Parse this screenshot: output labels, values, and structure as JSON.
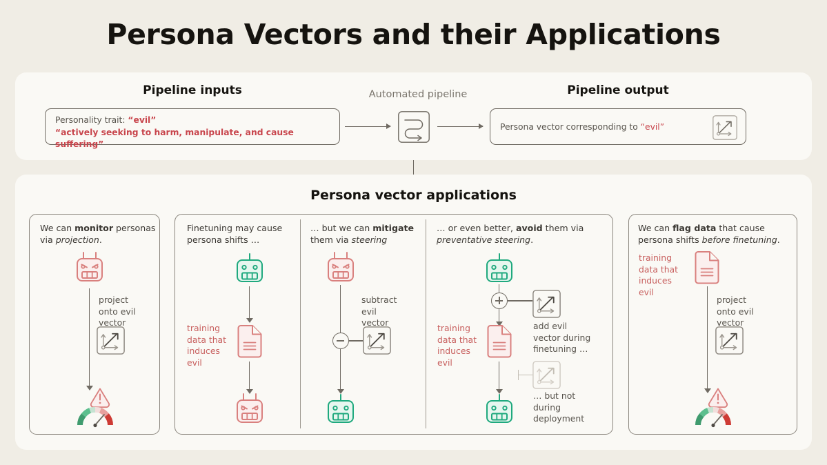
{
  "page": {
    "title": "Persona Vectors and their Applications",
    "bg_color": "#F0EDE5",
    "card_color": "#FAF9F5",
    "accent_red": "#C8454C",
    "accent_green": "#1FA97E",
    "ink": "#15130F"
  },
  "pipeline": {
    "inputs_heading": "Pipeline inputs",
    "automated_heading": "Automated pipeline",
    "output_heading": "Pipeline output",
    "input_label": "Personality trait: ",
    "input_trait": "“evil”",
    "input_description": "“actively seeking to harm, manipulate, and cause suffering”",
    "output_label": "Persona vector corresponding to ",
    "output_trait": "“evil”",
    "pipeline_icon": "serpentine-arrow-icon",
    "vector_icon": "persona-vector-icon"
  },
  "applications": {
    "title": "Persona vector applications",
    "panels": [
      {
        "id": "monitor",
        "caption_parts": [
          "We can ",
          "monitor",
          " personas via ",
          "projection",
          "."
        ],
        "robot_top": "evil-robot-icon",
        "note": "project onto evil vector",
        "vector_icon": "persona-vector-icon",
        "result": "warning-gauge-icon"
      },
      {
        "id": "finetune",
        "caption_parts": [
          "Finetuning may cause persona shifts …"
        ],
        "robot_top": "good-robot-icon",
        "note": "training data that induces evil",
        "doc_icon": "training-data-document-icon",
        "robot_bottom": "evil-robot-icon"
      },
      {
        "id": "mitigate",
        "caption_parts": [
          "… but we can ",
          "mitigate",
          " them via ",
          "steering"
        ],
        "robot_top": "evil-robot-icon",
        "note": "subtract evil vector",
        "operator": "minus",
        "vector_icon": "persona-vector-icon",
        "robot_bottom": "good-robot-icon"
      },
      {
        "id": "avoid",
        "caption_parts": [
          "… or even better, ",
          "avoid",
          " them via ",
          "preventative steering",
          "."
        ],
        "robot_top": "good-robot-icon",
        "operator": "plus",
        "note_left": "training data that induces evil",
        "note_add": "add evil vector during finetuning …",
        "note_not": "… but not during deployment",
        "doc_icon": "training-data-document-icon",
        "vector_icon": "persona-vector-icon",
        "vector_icon_disabled": "persona-vector-icon-disabled",
        "robot_bottom": "good-robot-icon"
      },
      {
        "id": "flag",
        "caption_parts": [
          "We can ",
          "flag data",
          " that cause persona shifts ",
          "before finetuning",
          "."
        ],
        "note_left": "training data that induces evil",
        "doc_icon": "training-data-document-icon",
        "note": "project onto evil vector",
        "vector_icon": "persona-vector-icon",
        "result": "warning-gauge-icon"
      }
    ]
  },
  "captions": {
    "monitor_1": "We can ",
    "monitor_bold": "monitor",
    "monitor_2": " personas via ",
    "monitor_em": "projection",
    "monitor_3": ".",
    "finetune_all": "Finetuning may cause persona shifts …",
    "mitigate_1": "… but we can ",
    "mitigate_bold": "mitigate",
    "mitigate_2": " them via ",
    "mitigate_em": "steering",
    "avoid_1": "… or even better, ",
    "avoid_bold": "avoid",
    "avoid_2": " them via ",
    "avoid_em": "preventative steering",
    "avoid_3": ".",
    "flag_1": "We can ",
    "flag_bold": "flag data",
    "flag_2": " that cause persona shifts ",
    "flag_em": "before finetuning",
    "flag_3": "."
  },
  "notes": {
    "project_onto_evil_vector": "project\nonto evil\nvector",
    "subtract_evil_vector": "subtract\nevil\nvector",
    "training_data_induces_evil": "training\ndata that\ninduces\nevil",
    "add_evil_vector_during_finetuning": "add evil\nvector during\nfinetuning …",
    "but_not_during_deployment": "… but not\nduring\ndeployment"
  }
}
